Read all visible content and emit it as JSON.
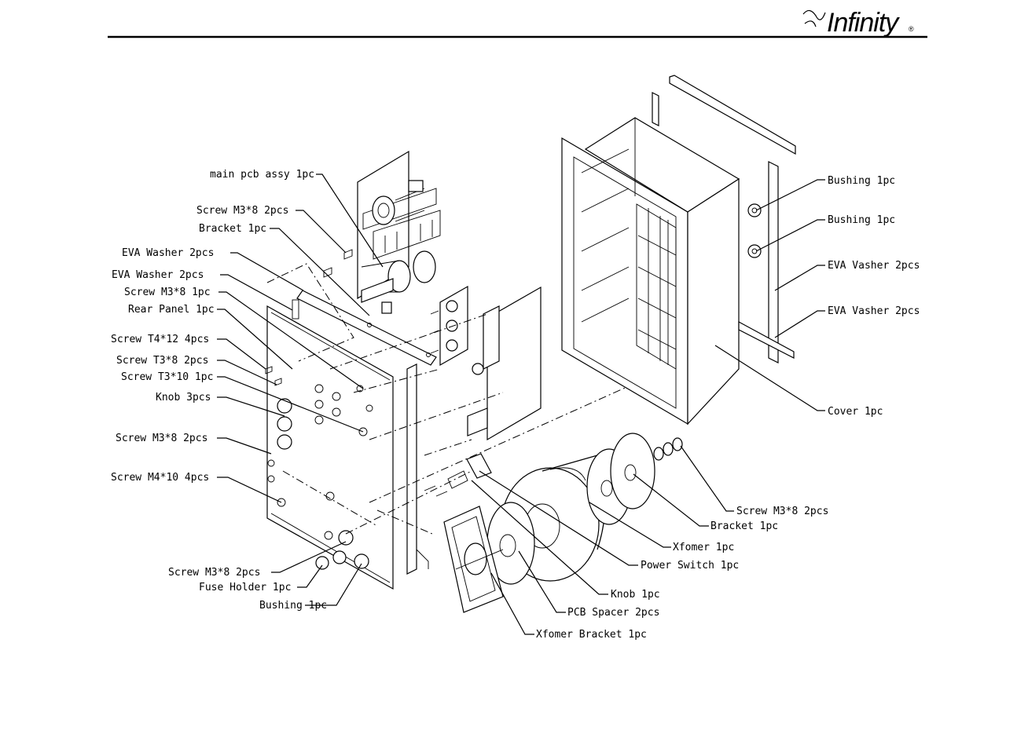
{
  "brand": {
    "logo_text": "Infinity",
    "registered_mark": "®"
  },
  "labels": {
    "main_pcb": "main pcb assy 1pc",
    "screw_m3x8_top": "Screw M3*8 2pcs",
    "bracket_top": "Bracket 1pc",
    "eva_washer_1": "EVA Washer 2pcs",
    "eva_washer_2": "EVA Washer 2pcs",
    "screw_m3x8_1pc": "Screw M3*8 1pc",
    "rear_panel": "Rear Panel 1pc",
    "screw_t4x12": "Screw T4*12 4pcs",
    "screw_t3x8": "Screw T3*8 2pcs",
    "screw_t3x10": "Screw T3*10 1pc",
    "knob_3": "Knob 3pcs",
    "screw_m3x8_mid": "Screw M3*8 2pcs",
    "screw_m4x10": "Screw M4*10 4pcs",
    "screw_m3x8_bottom": "Screw M3*8 2pcs",
    "fuse_holder": "Fuse Holder 1pc",
    "bushing_bottom": "Bushing 1pc",
    "bushing_right_1": "Bushing 1pc",
    "bushing_right_2": "Bushing 1pc",
    "eva_washer_right_1": "EVA Vasher 2pcs",
    "eva_washer_right_2": "EVA Vasher 2pcs",
    "cover": "Cover 1pc",
    "screw_m3x8_right": "Screw M3*8 2pcs",
    "bracket_right": "Bracket 1pc",
    "xfomer": "Xfomer 1pc",
    "power_switch": "Power Switch 1pc",
    "knob_1": "Knob 1pc",
    "pcb_spacer": "PCB Spacer 2pcs",
    "xfomer_bracket": "Xfomer Bracket 1pc"
  }
}
